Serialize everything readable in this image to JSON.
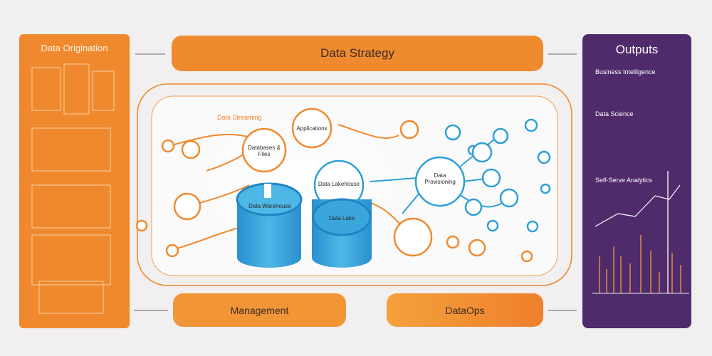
{
  "header": {
    "title": "Data Strategy"
  },
  "left_panel": {
    "title": "Data Origination"
  },
  "right_panel": {
    "title": "Outputs",
    "sections": [
      "Business Intelligence",
      "Data Science",
      "Self-Serve Analytics"
    ]
  },
  "bottom": {
    "management": "Management",
    "dataops": "DataOps"
  },
  "nodes": {
    "data_streaming": "Data Streaming",
    "applications": "Applications",
    "databases_files": "Databases & Files",
    "data_warehouse": "Data Warehouse",
    "data_lakehouse": "Data Lakehouse",
    "data_lake": "Data Lake",
    "data_provisioning": "Data Provisioning"
  },
  "colors": {
    "orange": "#f0892e",
    "purple": "#4f2b6b",
    "blue": "#2f9fd6",
    "background": "#f1efef"
  }
}
